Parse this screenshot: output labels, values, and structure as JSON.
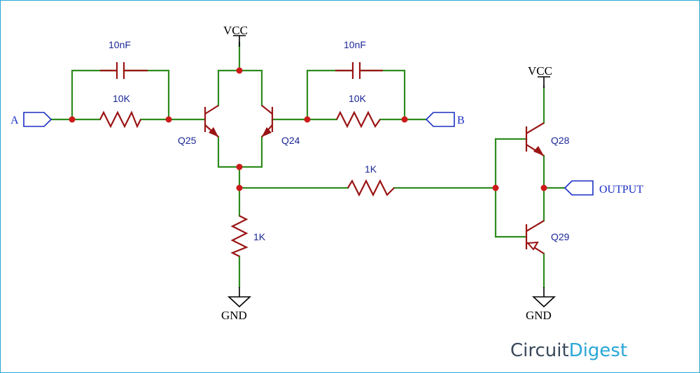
{
  "labels": {
    "vcc_left": "VCC",
    "vcc_right": "VCC",
    "gnd_left": "GND",
    "gnd_right": "GND",
    "cap_a": "10nF",
    "cap_b": "10nF",
    "res_a": "10K",
    "res_b": "10K",
    "res_link": "1K",
    "res_ground": "1K",
    "q25": "Q25",
    "q24": "Q24",
    "q28": "Q28",
    "q29": "Q29",
    "input_a": "A",
    "input_b": "B",
    "output": "OUTPUT"
  },
  "brand": {
    "part1": "Circuit",
    "part2": "Digest"
  },
  "colors": {
    "wire": "#2e8b1e",
    "component": "#9a1414",
    "junction": "#cc1a1a",
    "port": "#1a2fc4",
    "label": "#1b2896",
    "brand_dark": "#3a4a5c",
    "brand_accent": "#2aa6d6"
  }
}
